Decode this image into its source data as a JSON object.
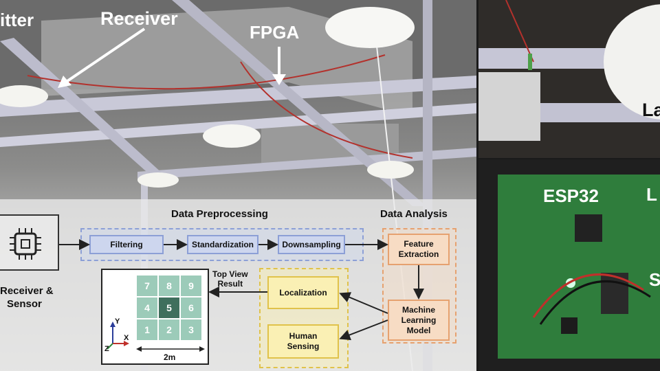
{
  "photo_labels": {
    "transmitter_partial": "itter",
    "receiver": "Receiver",
    "fpga": "FPGA",
    "laser_partial": "La",
    "esp32": "ESP32",
    "l_partial": "L",
    "s_partial": "S"
  },
  "diagram": {
    "sections": {
      "preprocessing": "Data Preprocessing",
      "analysis": "Data Analysis"
    },
    "receiver_sensor": [
      "Receiver &",
      "Sensor"
    ],
    "preprocessing_steps": [
      "Filtering",
      "Standardization",
      "Downsampling"
    ],
    "analysis_steps": {
      "feature": [
        "Feature",
        "Extraction"
      ],
      "ml": [
        "Machine",
        "Learning",
        "Model"
      ]
    },
    "outputs": {
      "localization": "Localization",
      "sensing": [
        "Human",
        "Sensing"
      ]
    },
    "top_view": [
      "Top View",
      "Result"
    ],
    "grid": [
      "7",
      "8",
      "9",
      "4",
      "5",
      "6",
      "1",
      "2",
      "3"
    ],
    "axes": {
      "y": "Y",
      "x": "X",
      "z": "Z"
    },
    "scale": "2m",
    "pcb_text": "ESP32"
  },
  "colors": {
    "blue_fill": "#cdd6ee",
    "orange_fill": "#f7dcc4",
    "yellow_fill": "#faf0b4",
    "grid_light": "#9ccbb9",
    "grid_dark": "#3f6f5d"
  }
}
